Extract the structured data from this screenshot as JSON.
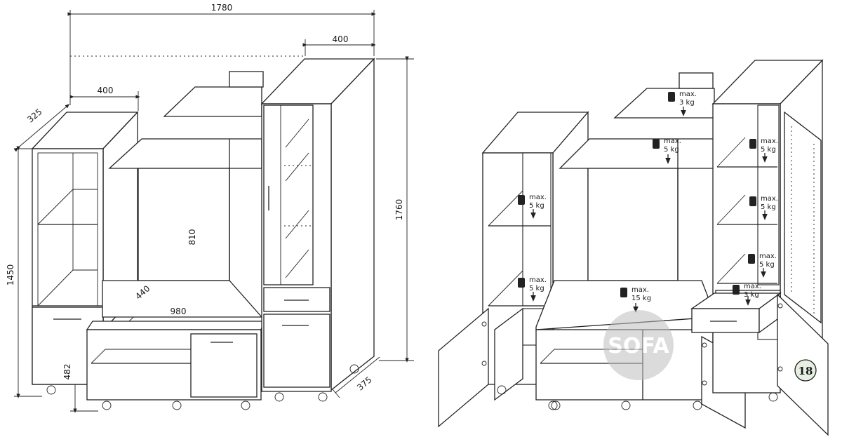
{
  "left_drawing": {
    "dimensions": {
      "total_width": "1780",
      "tall_unit_width": "400",
      "left_unit_width": "400",
      "left_unit_depth": "325",
      "left_unit_height": "1450",
      "tv_niche_height": "810",
      "tv_shelf_depth": "440",
      "tv_unit_width": "980",
      "low_section_height": "482",
      "total_height": "1760",
      "tall_unit_depth": "375"
    }
  },
  "right_drawing": {
    "load_labels": {
      "top_shelf": [
        "max.",
        "3 kg"
      ],
      "middle_shelf": [
        "max.",
        "5 kg"
      ],
      "left_upper": [
        "max.",
        "5 kg"
      ],
      "left_lower": [
        "max.",
        "5 kg"
      ],
      "tv_top": [
        "max.",
        "15 kg"
      ],
      "right_1": [
        "max.",
        "5 kg"
      ],
      "right_2": [
        "max.",
        "5 kg"
      ],
      "right_3": [
        "max.",
        "5 kg"
      ],
      "drawer": [
        "max.",
        "3 kg"
      ]
    },
    "step_number": "18",
    "watermark": "SOFA"
  }
}
